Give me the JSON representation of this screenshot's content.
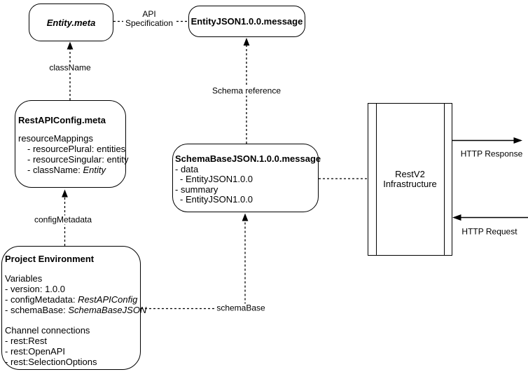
{
  "colors": {
    "stroke": "#000000",
    "background": "#ffffff",
    "text": "#000000"
  },
  "nodes": {
    "entity_meta": {
      "title": "Entity.meta"
    },
    "entity_json_message": {
      "title": "EntityJSON1.0.0.message"
    },
    "rest_api_config": {
      "title": "RestAPIConfig.meta",
      "section": "resourceMappings",
      "items": [
        "- resourcePlural: entities",
        "- resourceSingular: entity"
      ],
      "class_name": {
        "prefix": "- className: ",
        "value": "Entity"
      }
    },
    "schema_base_json": {
      "title": "SchemaBaseJSON.1.0.0.message",
      "lines": [
        "- data",
        "- EntityJSON1.0.0",
        "- summary",
        "- EntityJSON1.0.0"
      ]
    },
    "restv2_infrastructure": {
      "line1": "RestV2",
      "line2": "Infrastructure"
    },
    "project_environment": {
      "title": "Project Environment",
      "variables_header": "Variables",
      "version_line": "- version: 1.0.0",
      "config_metadata": {
        "prefix": "- configMetadata: ",
        "value": "RestAPIConfig"
      },
      "schema_base": {
        "prefix": "- schemaBase: ",
        "value": "SchemaBaseJSON"
      },
      "channels_header": "Channel connections",
      "channel_items": [
        "- rest:Rest",
        "- rest:OpenAPI",
        "- rest:SelectionOptions"
      ]
    }
  },
  "edges": {
    "api_specification": "API Specification",
    "class_name": "className",
    "schema_reference": "Schema reference",
    "config_metadata": "configMetadata",
    "schema_base": "schemaBase",
    "http_response": "HTTP Response",
    "http_request": "HTTP Request"
  }
}
